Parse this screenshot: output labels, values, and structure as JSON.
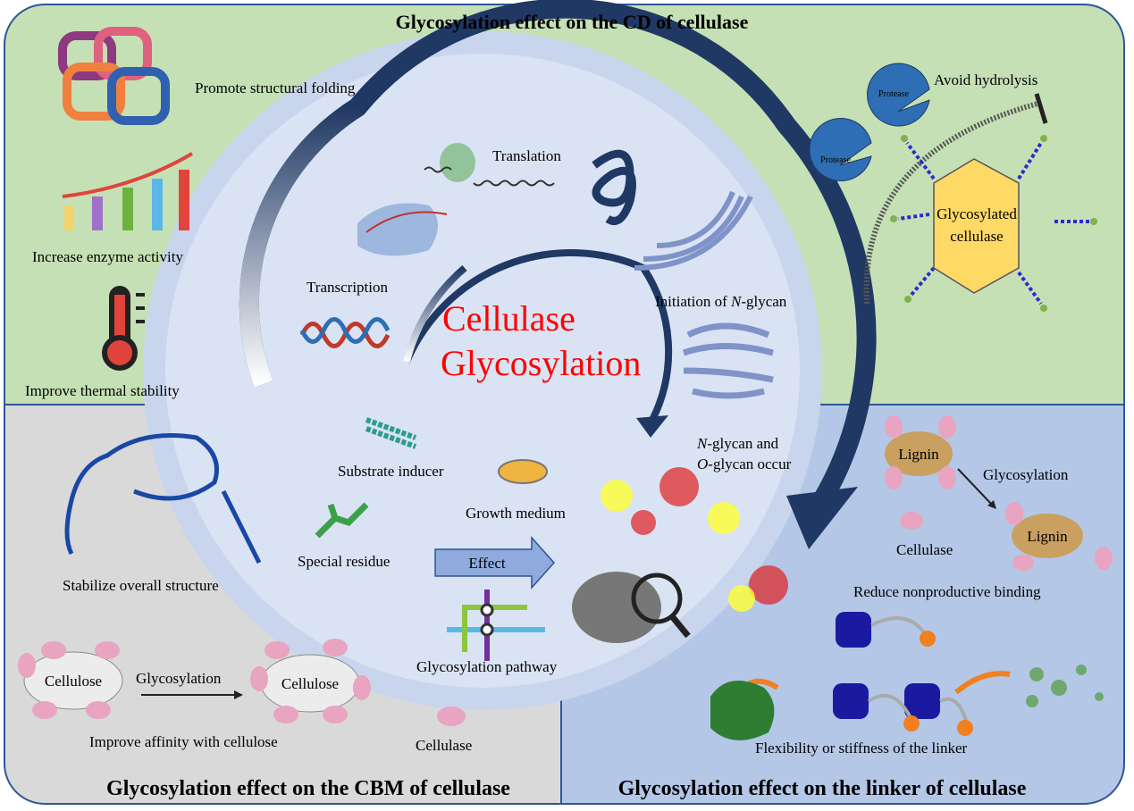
{
  "titles": {
    "cd": "Glycosylation effect on the CD of cellulase",
    "cbm": "Glycosylation effect on the CBM of cellulase",
    "linker": "Glycosylation effect on the linker  of cellulase"
  },
  "cd_panel": {
    "promote": "Promote structural folding",
    "activity": "Increase enzyme  activity",
    "thermal": "Improve thermal stability",
    "avoid": "Avoid hydrolysis",
    "protease": "Protease",
    "glyco_cellulase_1": "Glycosylated",
    "glyco_cellulase_2": "cellulase"
  },
  "center": {
    "title_1": "Cellulase",
    "title_2": "Glycosylation",
    "translation": "Translation",
    "transcription": "Transcription",
    "initiation": "Initiation of ",
    "initiation_italic": "N",
    "initiation_end": "-glycan",
    "occur_1_italic": "N",
    "occur_1": "-glycan and",
    "occur_2_italic": "O",
    "occur_2": "-glycan occur",
    "substrate": "Substrate inducer",
    "growth": "Growth medium",
    "special": "Special residue",
    "effect": "Effect",
    "pathway": "Glycosylation pathway"
  },
  "cbm_panel": {
    "stabilize": "Stabilize overall structure",
    "cellulose": "Cellulose",
    "glycosylation": "Glycosylation",
    "affinity": "Improve affinity with cellulose",
    "cellulase": "Cellulase"
  },
  "linker_panel": {
    "lignin": "Lignin",
    "glycosylation": "Glycosylation",
    "cellulase": "Cellulase",
    "reduce": "Reduce nonproductive binding",
    "flex": "Flexibility or stiffness of the linker"
  },
  "colors": {
    "green_panel": "#c5e0b4",
    "gray_panel": "#d9d9d9",
    "blue_panel": "#b4c7e7",
    "circle": "#dae3f3",
    "arrow": "#1f3864",
    "title_red": "#ff0000"
  }
}
